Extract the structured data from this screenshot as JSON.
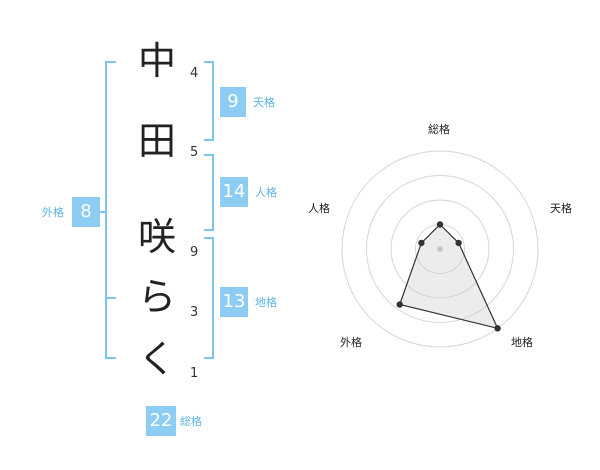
{
  "name": {
    "chars": [
      {
        "char": "中",
        "strokes": "4"
      },
      {
        "char": "田",
        "strokes": "5"
      },
      {
        "char": "咲",
        "strokes": "9"
      },
      {
        "char": "ら",
        "strokes": "3"
      },
      {
        "char": "く",
        "strokes": "1"
      }
    ]
  },
  "fortunes": {
    "tenkaku": {
      "label": "天格",
      "value": "9"
    },
    "jinkaku": {
      "label": "人格",
      "value": "14"
    },
    "chikaku": {
      "label": "地格",
      "value": "13"
    },
    "gaikaku": {
      "label": "外格",
      "value": "8"
    },
    "soukaku": {
      "label": "総格",
      "value": "22"
    }
  },
  "colors": {
    "accent": "#8dcdf3",
    "accent_text": "#5cb3e8",
    "bracket": "#7ec3ee"
  },
  "chart_data": {
    "type": "radar",
    "axes": [
      "総格",
      "天格",
      "地格",
      "外格",
      "人格"
    ],
    "values": [
      0.25,
      0.2,
      1.0,
      0.7,
      0.2
    ],
    "range": [
      0,
      1
    ],
    "rings": 4
  }
}
